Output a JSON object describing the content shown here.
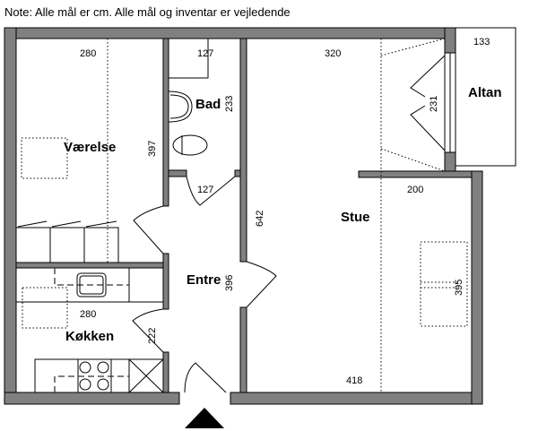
{
  "note": "Note: Alle mål er cm. Alle mål og inventar er vejledende",
  "rooms": {
    "vaerelse": "Værelse",
    "bad": "Bad",
    "stue": "Stue",
    "altan": "Altan",
    "entre": "Entre",
    "kokken": "Køkken"
  },
  "dimensions": {
    "vaerelse_width": "280",
    "vaerelse_depth": "397",
    "bad_width_top": "127",
    "bad_depth": "233",
    "bad_door": "127",
    "stue_width_top": "320",
    "stue_window": "231",
    "altan_width": "133",
    "stue_step": "200",
    "stue_depth": "642",
    "stue_right_depth": "395",
    "stue_width_bottom": "418",
    "entre_depth": "396",
    "kokken_width": "280",
    "kokken_door": "222"
  }
}
